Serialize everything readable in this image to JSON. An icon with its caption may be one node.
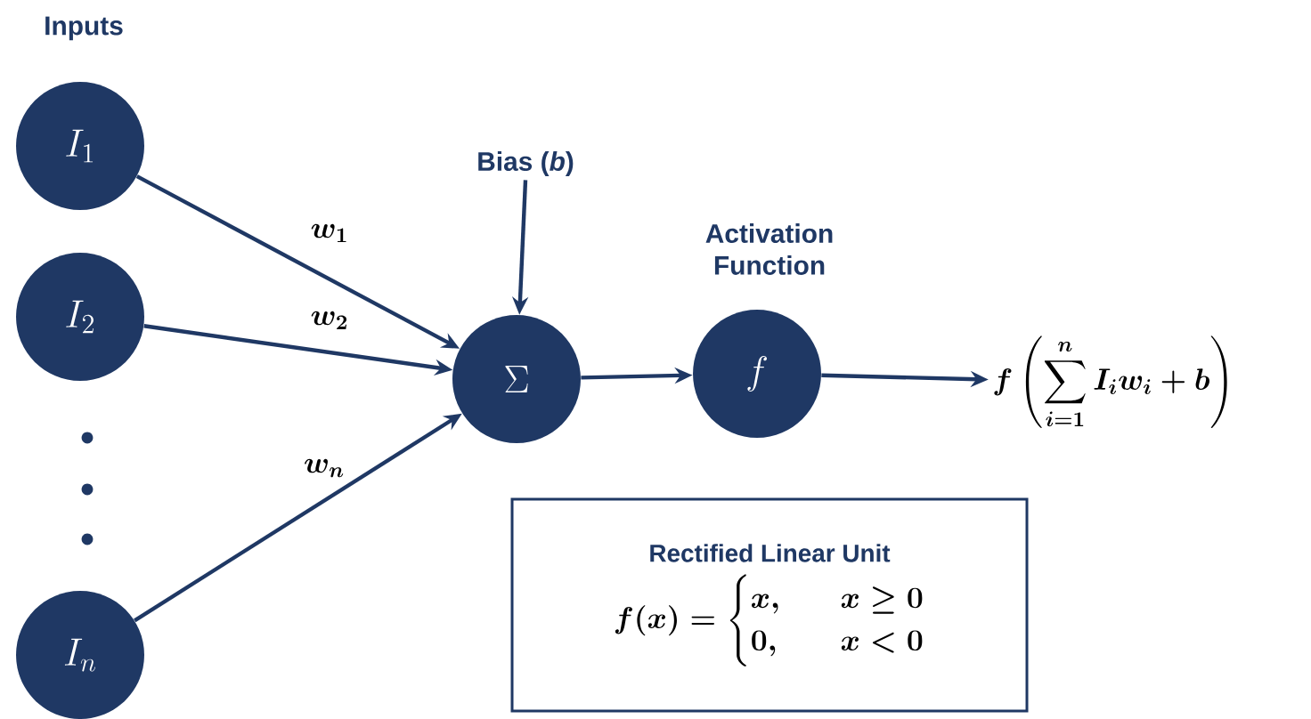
{
  "diagram": {
    "title": "Inputs",
    "nodes": [
      {
        "text": [
          "I_1"
        ]
      },
      {
        "text": [
          "I_2"
        ]
      },
      {
        "text": [
          "I_n"
        ]
      },
      {
        "text": [
          "\\Sigma"
        ]
      },
      {
        "text": [
          "Bias (*b*)"
        ]
      },
      {
        "text": [
          "Activation Function",
          "f"
        ]
      },
      {
        "text": [
          "f\\left(\\sum_{i=1}^{n} I_i w_i + b\\right)"
        ]
      },
      {
        "text": [
          "Rectified Linear Unit",
          "f(x)=\\begin{cases} x, & \\quad x\\ge 0\\\\ 0, & \\quad x<0\\end{cases}"
        ]
      }
    ],
    "edges": [
      {
        "from": 0,
        "to": 3,
        "arrow": "to",
        "label": "w_1"
      },
      {
        "from": 1,
        "to": 3,
        "arrow": "to",
        "label": "w_2"
      },
      {
        "from": 2,
        "to": 3,
        "arrow": "to",
        "label": "w_n"
      },
      {
        "from": 4,
        "to": 3,
        "arrow": "to"
      },
      {
        "from": 3,
        "to": 5,
        "arrow": "to"
      },
      {
        "from": 5,
        "to": 6,
        "arrow": "to"
      }
    ]
  }
}
